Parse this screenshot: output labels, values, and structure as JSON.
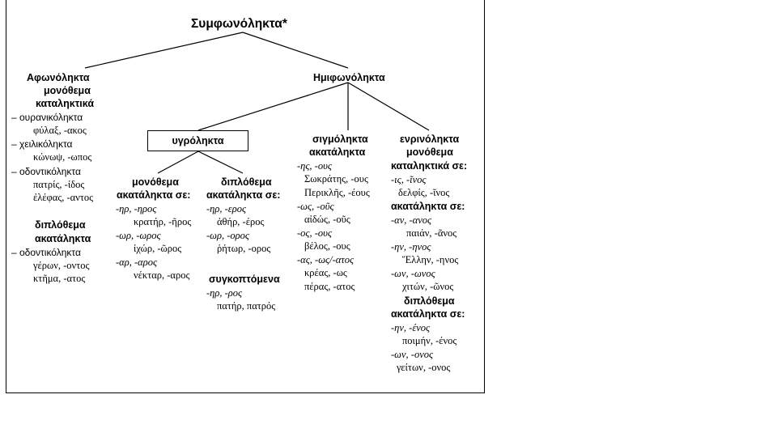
{
  "root": {
    "title": "Συμφωνόληκτα*"
  },
  "afonolikta": {
    "head": [
      "Αφωνόληκτα",
      "μονόθεμα",
      "καταληκτικά"
    ],
    "items": [
      {
        "label": "– ουρανικόληκτα",
        "example": "φύλαξ, -ακος"
      },
      {
        "label": "– χειλικόληκτα",
        "example": "κώνωψ, -ωπος"
      },
      {
        "label": "– οδοντικόληκτα",
        "examples": [
          "πατρίς, -ίδος",
          "ἐλέφας, -αντος"
        ]
      }
    ],
    "diplothema": {
      "head": [
        "διπλόθεμα",
        "ακατάληκτα"
      ],
      "label": "– οδοντικόληκτα",
      "examples": [
        "γέρων, -οντος",
        "κτῆμα, -ατος"
      ]
    }
  },
  "imifonolikta": {
    "head": "Ημιφωνόληκτα",
    "ygrolikta": {
      "head": "υγρόληκτα",
      "monothema": {
        "head": [
          "μονόθεμα",
          "ακατάληκτα σε:"
        ],
        "groups": [
          {
            "ending": "-ηρ, -ηρος",
            "example": "κρατήρ, -ῆρος"
          },
          {
            "ending": "-ωρ, -ωρος",
            "example": "ἰχώρ, -ῶρος"
          },
          {
            "ending": "-αρ, -αρος",
            "example": "νέκταρ, -αρος"
          }
        ]
      },
      "diplothema": {
        "head": [
          "διπλόθεμα",
          "ακατάληκτα σε:"
        ],
        "groups": [
          {
            "ending": "-ηρ, -ερος",
            "example": "ἀθήρ, -έρος"
          },
          {
            "ending": "-ωρ, -ορος",
            "example": "ῥήτωρ, -ορος"
          }
        ]
      },
      "sygkoptomena": {
        "head": "συγκοπτόμενα",
        "ending": "-ηρ, -ρος",
        "example": "πατήρ, πατρός"
      }
    },
    "sigmolikta": {
      "head": [
        "σιγμόληκτα",
        "ακατάληκτα"
      ],
      "groups": [
        {
          "ending": "-ης, -ους",
          "examples": [
            "Σωκράτης, -ους",
            "Περικλῆς, -έους"
          ]
        },
        {
          "ending": "-ως, -οῦς",
          "examples": [
            "αἰδώς, -οῦς"
          ]
        },
        {
          "ending": "-ος, -ους",
          "examples": [
            "βέλος, -ους"
          ]
        },
        {
          "ending": "-ας, -ως/-ατος",
          "examples": [
            "κρέας, -ως",
            "πέρας, -ατος"
          ]
        }
      ]
    },
    "enrinolikta": {
      "head": [
        "ενρινόληκτα",
        "μονόθεμα",
        "καταληκτικά σε:"
      ],
      "kataliktika": [
        {
          "ending": "-ις, -ῖνος",
          "example": "δελφίς, -ῖνος"
        }
      ],
      "akatalikta_head": "ακατάληκτα σε:",
      "akatalikta": [
        {
          "ending": "-αν, -ανος",
          "example": "παιάν, -ᾶνος"
        },
        {
          "ending": "-ην, -ηνος",
          "example": "Ἕλλην, -ηνος"
        },
        {
          "ending": "-ων, -ωνος",
          "example": "χιτών, -ῶνος"
        }
      ],
      "diplothema": {
        "head": [
          "διπλόθεμα",
          "ακατάληκτα σε:"
        ],
        "groups": [
          {
            "ending": "-ην, -ένος",
            "example": "ποιμήν, -ένος"
          },
          {
            "ending": "-ων, -ονος",
            "example": "γείτων, -ονος"
          }
        ]
      }
    }
  }
}
